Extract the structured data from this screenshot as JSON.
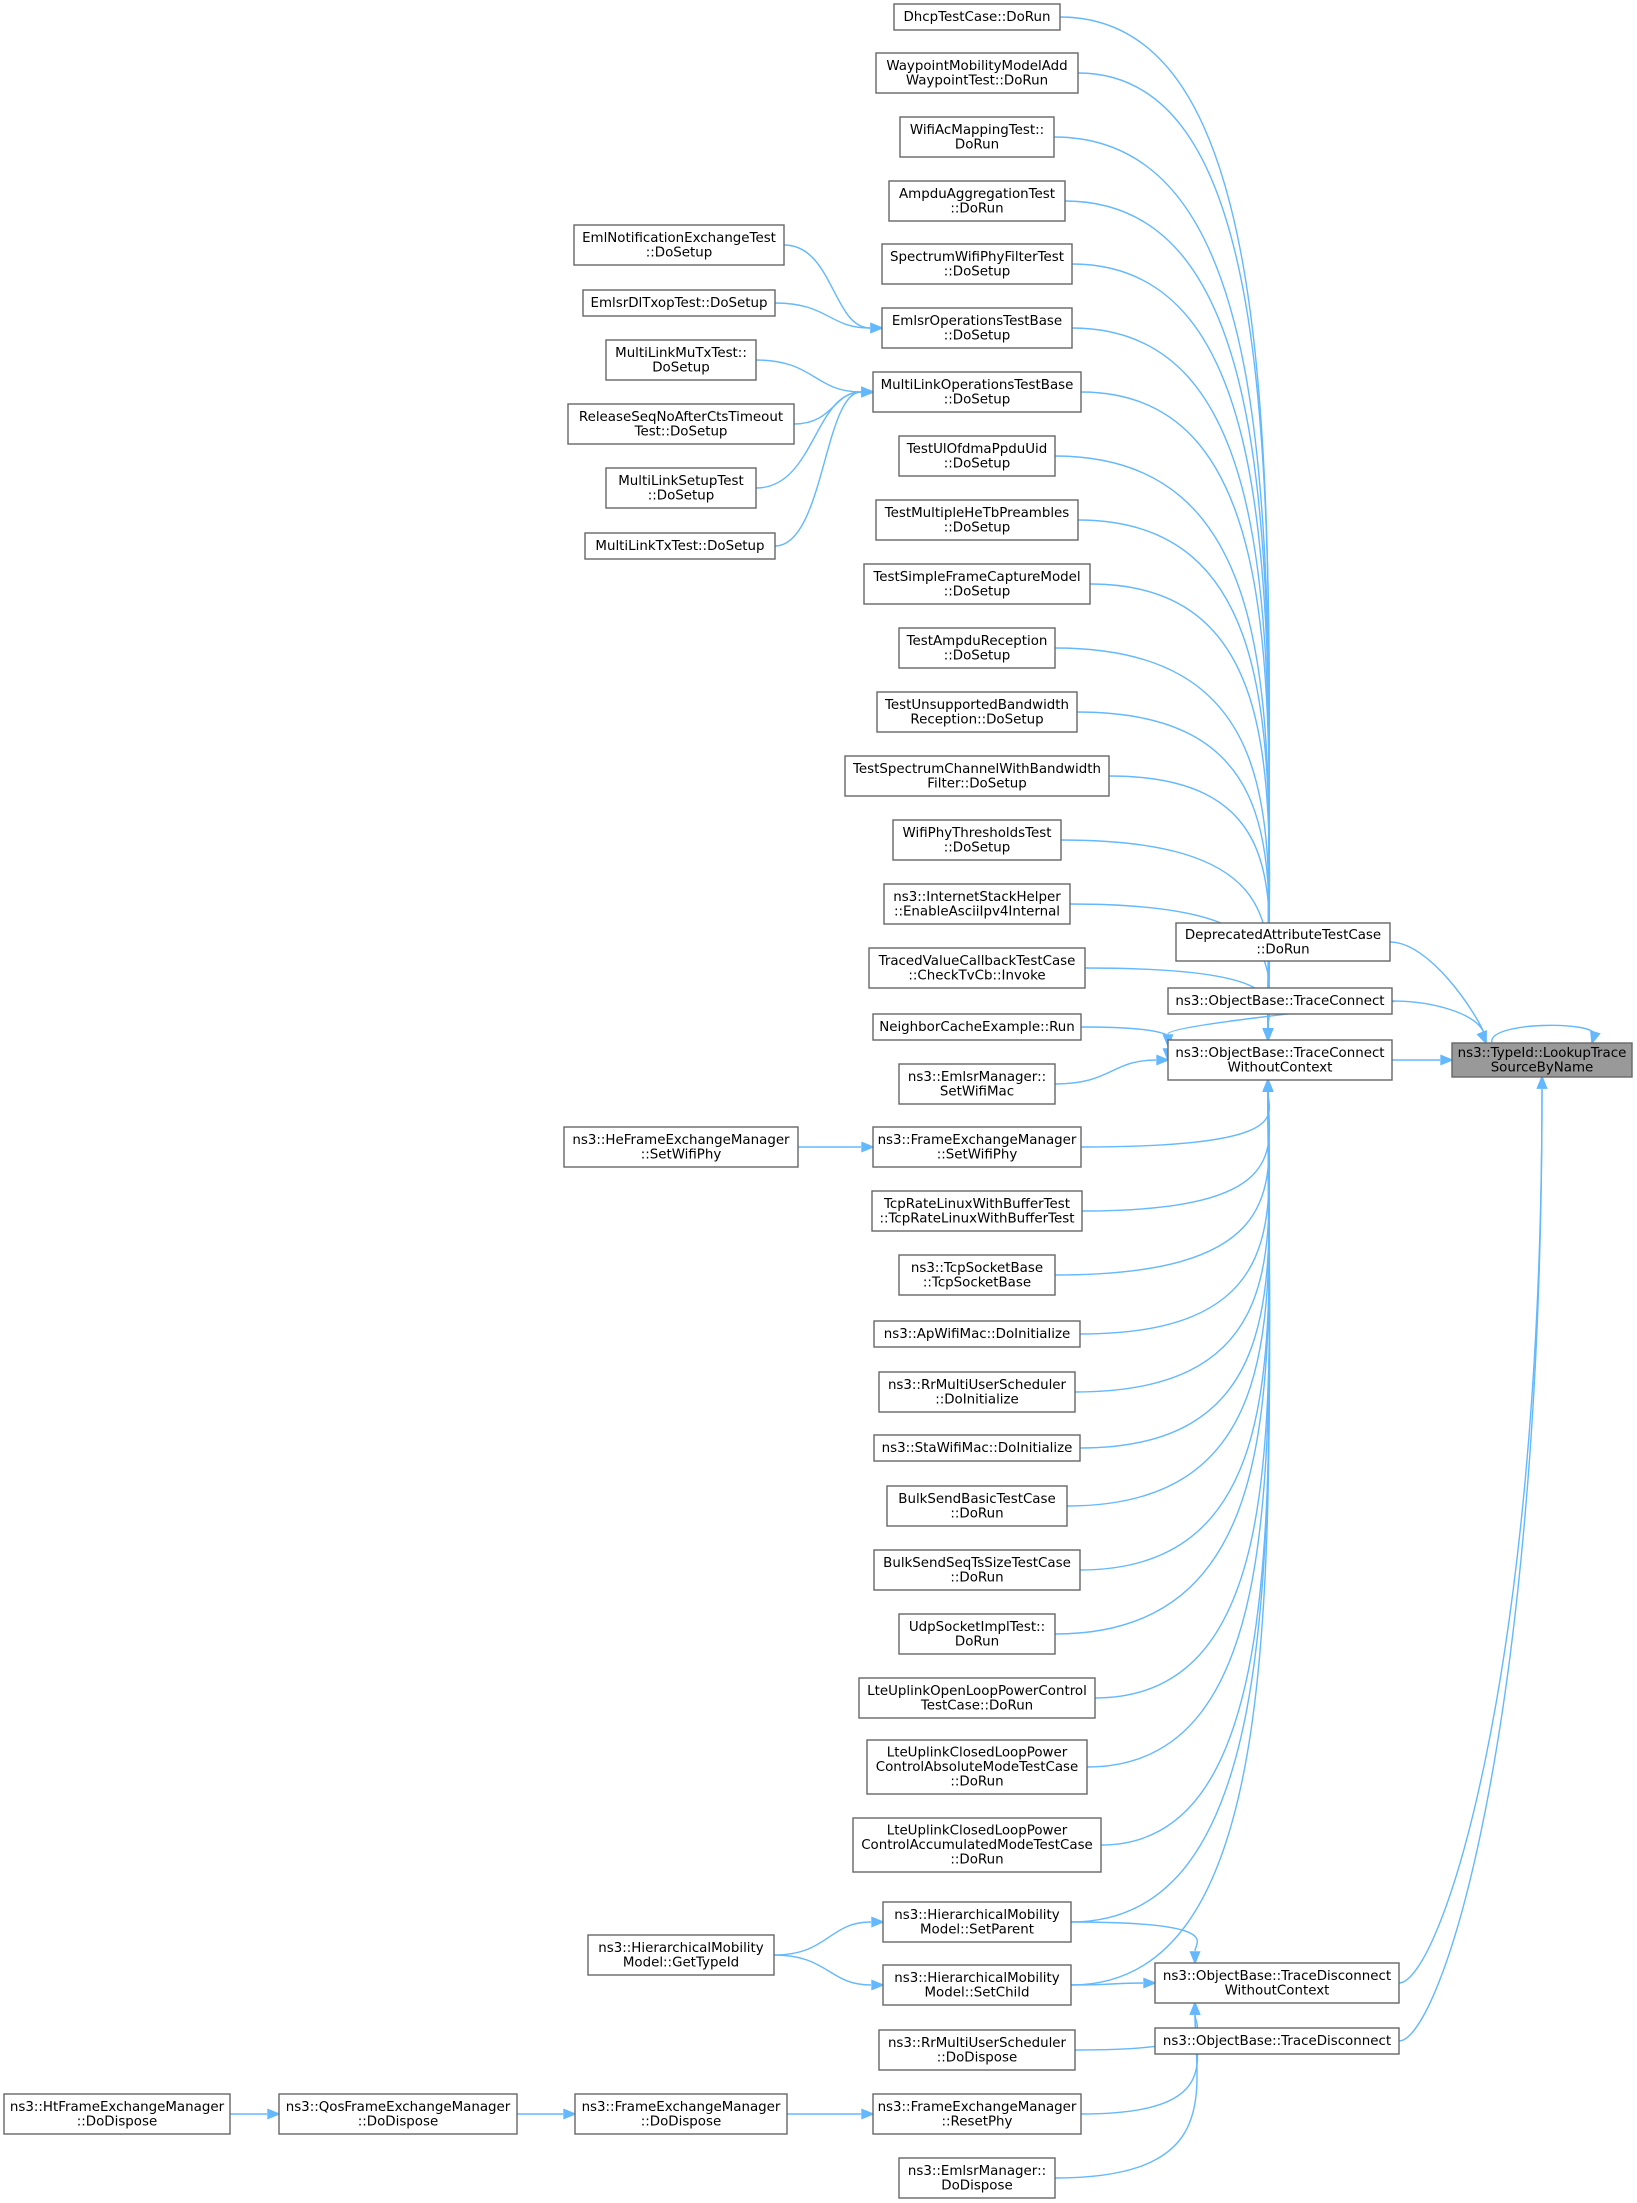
{
  "nodes": [
    {
      "id": "root",
      "lines": [
        "ns3::TypeId::LookupTrace",
        "SourceByName"
      ],
      "root": true
    },
    {
      "id": "tcwc",
      "lines": [
        "ns3::ObjectBase::TraceConnect",
        "WithoutContext"
      ]
    },
    {
      "id": "tc",
      "lines": [
        "ns3::ObjectBase::TraceConnect"
      ]
    },
    {
      "id": "deprecated",
      "lines": [
        "DeprecatedAttributeTestCase",
        "::DoRun"
      ]
    },
    {
      "id": "tdwc",
      "lines": [
        "ns3::ObjectBase::TraceDisconnect",
        "WithoutContext"
      ]
    },
    {
      "id": "td",
      "lines": [
        "ns3::ObjectBase::TraceDisconnect"
      ]
    },
    {
      "id": "dhcp",
      "lines": [
        "DhcpTestCase::DoRun"
      ]
    },
    {
      "id": "waypoint",
      "lines": [
        "WaypointMobilityModelAdd",
        "WaypointTest::DoRun"
      ]
    },
    {
      "id": "wifiac",
      "lines": [
        "WifiAcMappingTest::",
        "DoRun"
      ]
    },
    {
      "id": "ampdu",
      "lines": [
        "AmpduAggregationTest",
        "::DoRun"
      ]
    },
    {
      "id": "spectrumfilter",
      "lines": [
        "SpectrumWifiPhyFilterTest",
        "::DoSetup"
      ]
    },
    {
      "id": "emlsrbase",
      "lines": [
        "EmlsrOperationsTestBase",
        "::DoSetup"
      ]
    },
    {
      "id": "mlobase",
      "lines": [
        "MultiLinkOperationsTestBase",
        "::DoSetup"
      ]
    },
    {
      "id": "ulofdma",
      "lines": [
        "TestUlOfdmaPpduUid",
        "::DoSetup"
      ]
    },
    {
      "id": "hetb",
      "lines": [
        "TestMultipleHeTbPreambles",
        "::DoSetup"
      ]
    },
    {
      "id": "simplecapture",
      "lines": [
        "TestSimpleFrameCaptureModel",
        "::DoSetup"
      ]
    },
    {
      "id": "ampdurx",
      "lines": [
        "TestAmpduReception",
        "::DoSetup"
      ]
    },
    {
      "id": "unsupbw",
      "lines": [
        "TestUnsupportedBandwidth",
        "Reception::DoSetup"
      ]
    },
    {
      "id": "spectrumbw",
      "lines": [
        "TestSpectrumChannelWithBandwidth",
        "Filter::DoSetup"
      ]
    },
    {
      "id": "phythresh",
      "lines": [
        "WifiPhyThresholdsTest",
        "::DoSetup"
      ]
    },
    {
      "id": "inetstack",
      "lines": [
        "ns3::InternetStackHelper",
        "::EnableAsciiIpv4Internal"
      ]
    },
    {
      "id": "tracedvalue",
      "lines": [
        "TracedValueCallbackTestCase",
        "::CheckTvCb::Invoke"
      ]
    },
    {
      "id": "neighbor",
      "lines": [
        "NeighborCacheExample::Run"
      ]
    },
    {
      "id": "emlsrmgr",
      "lines": [
        "ns3::EmlsrManager::",
        "SetWifiMac"
      ]
    },
    {
      "id": "femsetphy",
      "lines": [
        "ns3::FrameExchangeManager",
        "::SetWifiPhy"
      ]
    },
    {
      "id": "tcprate",
      "lines": [
        "TcpRateLinuxWithBufferTest",
        "::TcpRateLinuxWithBufferTest"
      ]
    },
    {
      "id": "tcpsock",
      "lines": [
        "ns3::TcpSocketBase",
        "::TcpSocketBase"
      ]
    },
    {
      "id": "apwifi",
      "lines": [
        "ns3::ApWifiMac::DoInitialize"
      ]
    },
    {
      "id": "rrinit",
      "lines": [
        "ns3::RrMultiUserScheduler",
        "::DoInitialize"
      ]
    },
    {
      "id": "stawifi",
      "lines": [
        "ns3::StaWifiMac::DoInitialize"
      ]
    },
    {
      "id": "bulkbasic",
      "lines": [
        "BulkSendBasicTestCase",
        "::DoRun"
      ]
    },
    {
      "id": "bulkseq",
      "lines": [
        "BulkSendSeqTsSizeTestCase",
        "::DoRun"
      ]
    },
    {
      "id": "udpsock",
      "lines": [
        "UdpSocketImplTest::",
        "DoRun"
      ]
    },
    {
      "id": "lteopen",
      "lines": [
        "LteUplinkOpenLoopPowerControl",
        "TestCase::DoRun"
      ]
    },
    {
      "id": "lteabs",
      "lines": [
        "LteUplinkClosedLoopPower",
        "ControlAbsoluteModeTestCase",
        "::DoRun"
      ]
    },
    {
      "id": "lteacc",
      "lines": [
        "LteUplinkClosedLoopPower",
        "ControlAccumulatedModeTestCase",
        "::DoRun"
      ]
    },
    {
      "id": "hmsetparent",
      "lines": [
        "ns3::HierarchicalMobility",
        "Model::SetParent"
      ]
    },
    {
      "id": "hmsetchild",
      "lines": [
        "ns3::HierarchicalMobility",
        "Model::SetChild"
      ]
    },
    {
      "id": "rrdispose",
      "lines": [
        "ns3::RrMultiUserScheduler",
        "::DoDispose"
      ]
    },
    {
      "id": "femresetphy",
      "lines": [
        "ns3::FrameExchangeManager",
        "::ResetPhy"
      ]
    },
    {
      "id": "emlsrdispose",
      "lines": [
        "ns3::EmlsrManager::",
        "DoDispose"
      ]
    },
    {
      "id": "emlnotif",
      "lines": [
        "EmlNotificationExchangeTest",
        "::DoSetup"
      ]
    },
    {
      "id": "emlsrdl",
      "lines": [
        "EmlsrDlTxopTest::DoSetup"
      ]
    },
    {
      "id": "mlmutx",
      "lines": [
        "MultiLinkMuTxTest::",
        "DoSetup"
      ]
    },
    {
      "id": "releaseseq",
      "lines": [
        "ReleaseSeqNoAfterCtsTimeout",
        "Test::DoSetup"
      ]
    },
    {
      "id": "mlsetup",
      "lines": [
        "MultiLinkSetupTest",
        "::DoSetup"
      ]
    },
    {
      "id": "mltx",
      "lines": [
        "MultiLinkTxTest::DoSetup"
      ]
    },
    {
      "id": "hefem",
      "lines": [
        "ns3::HeFrameExchangeManager",
        "::SetWifiPhy"
      ]
    },
    {
      "id": "hmgettypeid",
      "lines": [
        "ns3::HierarchicalMobility",
        "Model::GetTypeId"
      ]
    },
    {
      "id": "femdispose",
      "lines": [
        "ns3::FrameExchangeManager",
        "::DoDispose"
      ]
    },
    {
      "id": "qosdispose",
      "lines": [
        "ns3::QosFrameExchangeManager",
        "::DoDispose"
      ]
    },
    {
      "id": "htdispose",
      "lines": [
        "ns3::HtFrameExchangeManager",
        "::DoDispose"
      ]
    }
  ],
  "edges": [
    [
      "root",
      "root"
    ],
    [
      "deprecated",
      "root"
    ],
    [
      "tc",
      "root"
    ],
    [
      "tcwc",
      "root"
    ],
    [
      "tdwc",
      "root"
    ],
    [
      "td",
      "root"
    ],
    [
      "tc",
      "tcwc"
    ],
    [
      "dhcp",
      "tcwc"
    ],
    [
      "waypoint",
      "tcwc"
    ],
    [
      "wifiac",
      "tcwc"
    ],
    [
      "ampdu",
      "tcwc"
    ],
    [
      "spectrumfilter",
      "tcwc"
    ],
    [
      "emlsrbase",
      "tcwc"
    ],
    [
      "mlobase",
      "tcwc"
    ],
    [
      "ulofdma",
      "tcwc"
    ],
    [
      "hetb",
      "tcwc"
    ],
    [
      "simplecapture",
      "tcwc"
    ],
    [
      "ampdurx",
      "tcwc"
    ],
    [
      "unsupbw",
      "tcwc"
    ],
    [
      "spectrumbw",
      "tcwc"
    ],
    [
      "phythresh",
      "tcwc"
    ],
    [
      "inetstack",
      "tcwc"
    ],
    [
      "tracedvalue",
      "tcwc"
    ],
    [
      "neighbor",
      "tcwc"
    ],
    [
      "emlsrmgr",
      "tcwc"
    ],
    [
      "femsetphy",
      "tcwc"
    ],
    [
      "tcprate",
      "tcwc"
    ],
    [
      "tcpsock",
      "tcwc"
    ],
    [
      "apwifi",
      "tcwc"
    ],
    [
      "rrinit",
      "tcwc"
    ],
    [
      "stawifi",
      "tcwc"
    ],
    [
      "bulkbasic",
      "tcwc"
    ],
    [
      "bulkseq",
      "tcwc"
    ],
    [
      "udpsock",
      "tcwc"
    ],
    [
      "lteopen",
      "tcwc"
    ],
    [
      "lteabs",
      "tcwc"
    ],
    [
      "lteacc",
      "tcwc"
    ],
    [
      "hmsetparent",
      "tcwc"
    ],
    [
      "hmsetchild",
      "tcwc"
    ],
    [
      "hmsetparent",
      "tdwc"
    ],
    [
      "hmsetchild",
      "tdwc"
    ],
    [
      "rrdispose",
      "tdwc"
    ],
    [
      "femresetphy",
      "tdwc"
    ],
    [
      "emlsrdispose",
      "tdwc"
    ],
    [
      "emlnotif",
      "emlsrbase"
    ],
    [
      "emlsrdl",
      "emlsrbase"
    ],
    [
      "mlmutx",
      "mlobase"
    ],
    [
      "releaseseq",
      "mlobase"
    ],
    [
      "mlsetup",
      "mlobase"
    ],
    [
      "mltx",
      "mlobase"
    ],
    [
      "hefem",
      "femsetphy"
    ],
    [
      "hmgettypeid",
      "hmsetparent"
    ],
    [
      "hmgettypeid",
      "hmsetchild"
    ],
    [
      "femdispose",
      "femresetphy"
    ],
    [
      "qosdispose",
      "femdispose"
    ],
    [
      "htdispose",
      "qosdispose"
    ]
  ]
}
